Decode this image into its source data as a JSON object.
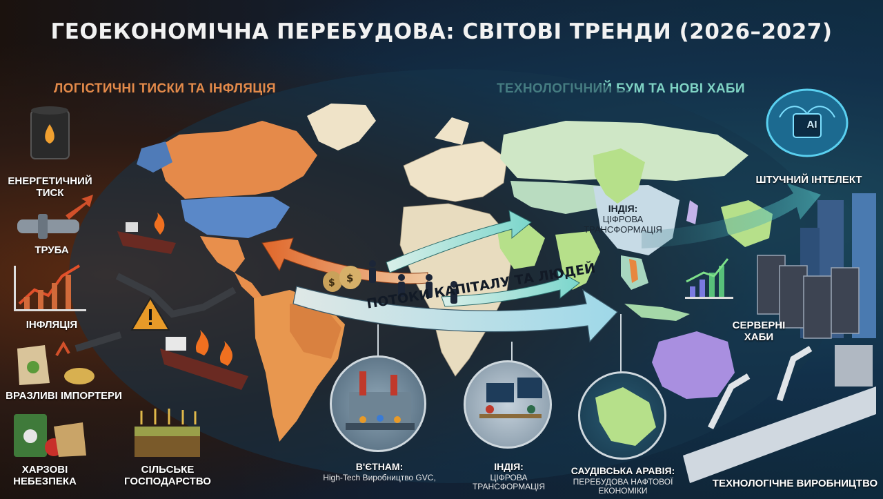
{
  "title": "ГЕОЕКОНОМІЧНА ПЕРЕБУДОВА: СВІТОВІ ТРЕНДИ (2026–2027)",
  "subtitles": {
    "left": "ЛОГІСТИЧНІ ТИСКИ ТА ІНФЛЯЦІЯ",
    "right": "ТЕХНОЛОГІЧНИЙ БУМ ТА НОВІ ХАБИ"
  },
  "left_items": {
    "energy": "ЕНЕРГЕТИЧНИЙ ТИСК",
    "pipe": "ТРУБА",
    "inflation": "ІНФЛЯЦІЯ",
    "importers": "ВРАЗЛИВІ ІМПОРТЕРИ",
    "food": "ХАРЗОВІ НЕБЕЗПЕКА",
    "agriculture": "СІЛЬСЬКЕ ГОСПОДАРСТВО"
  },
  "right_items": {
    "ai": "ШТУЧНИЙ ІНТЕЛЕКТ",
    "ai_chip": "AI",
    "servers": "СЕРВЕРНІ ХАБИ",
    "manufacturing": "ТЕХНОЛОГІЧНЕ ВИРОБНИЦТВО"
  },
  "map": {
    "flow_label": "ПОТОКИ КАПІТАЛУ ТА ЛЮДЕЙ",
    "india_title": "ІНДІЯ:",
    "india_sub": "ЦІФРОВА ТРАНСФОРМАЦІЯ"
  },
  "circles": {
    "vietnam_title": "В'ЄТНАМ:",
    "vietnam_sub": "High-Tech Виробництво GVC,",
    "india_title": "ІНДІЯ:",
    "india_sub": "ЦІФРОВА ТРАНСФОРМАЦІЯ",
    "saudi_title": "САУДІВСЬКА АРАВІЯ:",
    "saudi_sub": "ПЕРЕБУДОВА НАФТОВОЇ ЕКОНОМІКИ"
  },
  "colors": {
    "orange": "#e38a4a",
    "teal": "#7fd3c4",
    "green_land": "#b6e08a",
    "purple_land": "#a98fe0"
  }
}
